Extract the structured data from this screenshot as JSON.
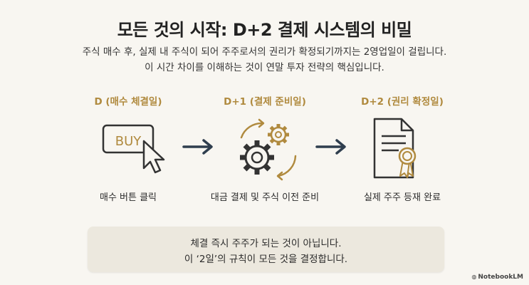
{
  "title": "모든 것의 시작: D+2 결제 시스템의 비밀",
  "subtitle_line1": "주식 매수 후, 실제 내 주식이 되어 주주로서의 권리가 확정되기까지는 2영업일이 걸립니다.",
  "subtitle_line2": "이 시간 차이를 이해하는 것이 연말 투자 전략의 핵심입니다.",
  "steps": [
    {
      "label": "D (매수 체결일)",
      "description": "매수 버튼 클릭",
      "icon": "buy-click-icon",
      "icon_text": "BUY"
    },
    {
      "label": "D+1 (결제 준비일)",
      "description": "대금 결제 및 주식 이전 준비",
      "icon": "gears-icon"
    },
    {
      "label": "D+2 (권리 확정일)",
      "description": "실제 주주 등재 완료",
      "icon": "certificate-document-icon"
    }
  ],
  "callout": {
    "line1": "체결 즉시 주주가 되는 것이 아닙니다.",
    "line2": "이 ‘2일’의 규칙이 모든 것을 결정합니다."
  },
  "brand": "NotebookLM",
  "colors": {
    "accent_gold": "#b08a3e",
    "icon_dark": "#333333",
    "background": "#f8f6f1",
    "callout_bg": "#ece8de",
    "arrow": "#2f3e4e"
  }
}
